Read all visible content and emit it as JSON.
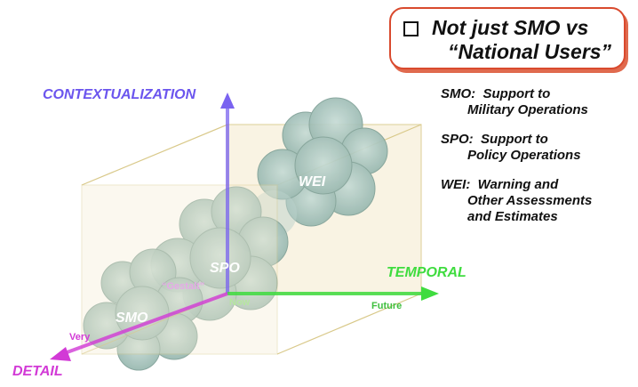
{
  "callout": {
    "line1": "Not just SMO vs",
    "line2": "“National Users”"
  },
  "definitions": [
    {
      "term": "SMO:",
      "line1": "Support to",
      "line2": "Military Operations",
      "line3": ""
    },
    {
      "term": "SPO:",
      "line1": "Support to",
      "line2": "Policy Operations",
      "line3": ""
    },
    {
      "term": "WEI:",
      "line1": "Warning and",
      "line2": "Other Assessments",
      "line3": "and Estimates"
    }
  ],
  "axes": {
    "contextualization": "CONTEXTUALIZATION",
    "temporal": "TEMPORAL",
    "detail": "DETAIL"
  },
  "axis_ticks": {
    "gestalt": "“Gestalt”",
    "now": "Now",
    "future": "Future",
    "very": "Very"
  },
  "clouds": {
    "smo": "SMO",
    "spo": "SPO",
    "wei": "WEI"
  },
  "colors": {
    "contextualization_axis": "#7a63f0",
    "temporal_axis": "#3fdc3f",
    "detail_axis": "#d23ad6",
    "cube": "#f4ecd2",
    "cloud": "#a9c6bf",
    "callout_border": "#d94a2e"
  }
}
